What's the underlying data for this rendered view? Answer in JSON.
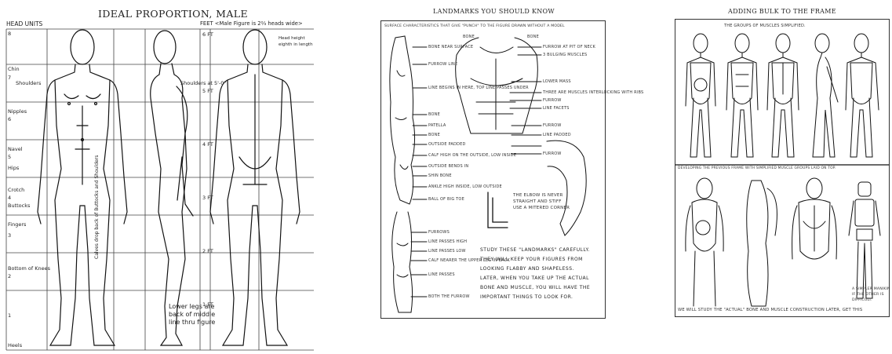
{
  "panel1": {
    "title": "IDEAL PROPORTION, MALE",
    "head_units": "HEAD UNITS",
    "feet_note": "FEET <Male Figure is 2⅔ heads wide>",
    "left_labels": [
      "8",
      "Chin",
      "7",
      "Shoulders",
      "Nipples",
      "6",
      "Navel",
      "5",
      "Hips",
      "Crotch",
      "4",
      "Buttocks",
      "Fingers",
      "3",
      "Bottom of Knees",
      "2",
      "1",
      "Heels"
    ],
    "right_labels": [
      "6 FT",
      "Shoulders at 5'-0\"",
      "5 FT",
      "4 FT",
      "3 FT",
      "2 FT",
      "1 FT"
    ],
    "height_note": [
      "Head height",
      "eighth in length"
    ],
    "bottom_note": [
      "Lower legs are",
      "back of middle",
      "line thru figure"
    ],
    "vertical_note": "Calves drop back of Buttocks and Shoulders"
  },
  "panel2": {
    "title": "LANDMARKS YOU SHOULD KNOW",
    "header": "SURFACE CHARACTERISTICS THAT GIVE \"PUNCH\" TO THE FIGURE DRAWN WITHOUT A MODEL",
    "labels_left": [
      "BONE NEAR SURFACE",
      "FURROW LINE",
      "LINE BEGINS IN HERE, TOP LINE PASSES UNDER",
      "BONE",
      "PATELLA",
      "BONE",
      "OUTSIDE PADDED",
      "CALF HIGH ON THE OUTSIDE, LOW INSIDE",
      "OUTSIDE BENDS IN",
      "SHIN BONE",
      "ANKLE HIGH INSIDE, LOW OUTSIDE",
      "BALL OF BIG TOE"
    ],
    "labels_top": [
      "BONE",
      "BONE",
      "FURROW AT PIT OF NECK",
      "3 BULGING MUSCLES",
      "LOWER MASS",
      "THREE ARE MUSCLES INTERLOCKING WITH RIBS",
      "FURROW",
      "LINE FACETS",
      "FURROW",
      "LINE PADDED",
      "FURROW"
    ],
    "labels_bottom": [
      "FURROWS",
      "LINE PASSES HIGH",
      "LINE PASSES LOW",
      "CALF NEARER THE UPPER LEG IN BACK",
      "LINE PASSES",
      "BOTH THE FURROW"
    ],
    "elbow_note": [
      "THE ELBOW IS NEVER",
      "STRAIGHT AND STIFF",
      "USE A MITERED CORNER"
    ],
    "study_note": [
      "STUDY THESE \"LANDMARKS\" CAREFULLY.",
      "THEY WILL KEEP YOUR FIGURES FROM",
      "LOOKING FLABBY AND SHAPELESS.",
      "LATER, WHEN YOU TAKE UP THE ACTUAL",
      "BONE AND MUSCLE, YOU WILL HAVE THE",
      "IMPORTANT THINGS TO LOOK FOR."
    ]
  },
  "panel3": {
    "title": "ADDING BULK TO THE FRAME",
    "top_header": "THE GROUPS OF MUSCLES SIMPLIFIED.",
    "mid_header": "DEVELOPING THE PREVIOUS FRAME WITH SIMPLIFIED MUSCLE GROUPS LAID ON TOP.",
    "side_note": [
      "A SIMPLER MANIKIN",
      "IF THE OTHER IS",
      "DIFFICULT."
    ],
    "bottom_note": "WE WILL STUDY THE \"ACTUAL\" BONE AND MUSCLE CONSTRUCTION LATER, GET THIS"
  }
}
